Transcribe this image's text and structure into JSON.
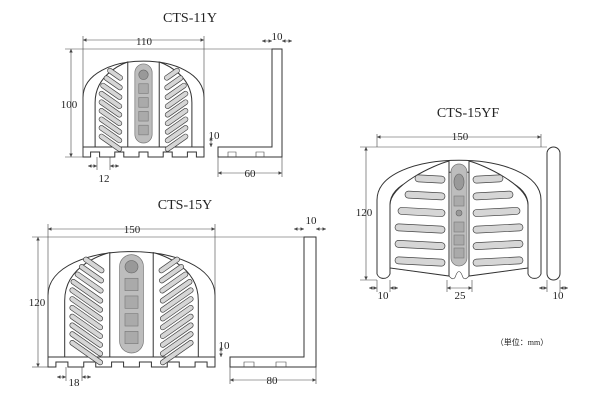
{
  "units": {
    "cts11y": {
      "title": "CTS-11Y",
      "width": "110",
      "height": "100",
      "wall": "10",
      "base": "10",
      "notch": "12",
      "foot": "60"
    },
    "cts15y": {
      "title": "CTS-15Y",
      "width": "150",
      "height": "120",
      "wall": "10",
      "base": "10",
      "notch": "18",
      "foot": "80"
    },
    "cts15yf": {
      "title": "CTS-15YF",
      "width": "150",
      "height": "120",
      "left_wall": "10",
      "notch": "25",
      "right_wall": "10"
    }
  },
  "unit_note": "（単位：mm）",
  "colors": {
    "line": "#333333",
    "slat": "#d6d6d6",
    "center": "#bdbdbd"
  }
}
